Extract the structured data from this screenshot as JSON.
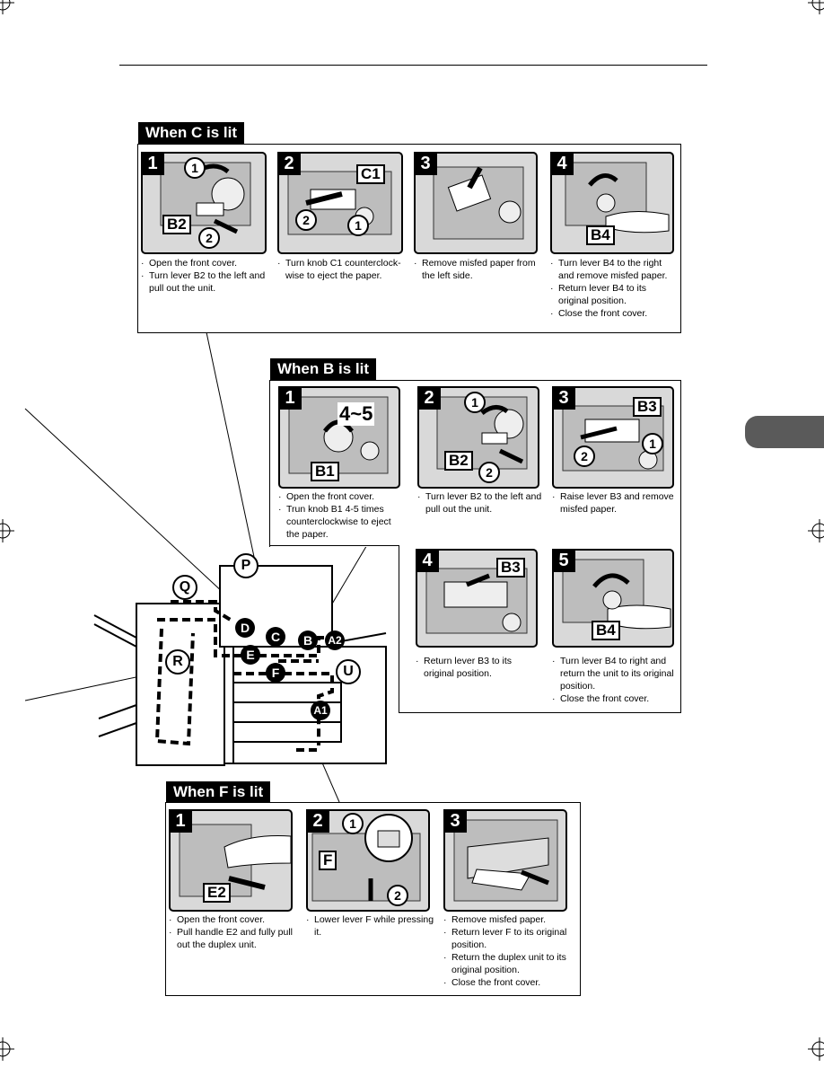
{
  "sections": {
    "c": {
      "title": "When C is lit",
      "steps": [
        {
          "num": "1",
          "labels": [
            "B2"
          ],
          "text": [
            "Open the front cover.",
            "Turn lever B2 to the left and pull out the unit."
          ]
        },
        {
          "num": "2",
          "labels": [
            "C1"
          ],
          "text": [
            "Turn knob C1 counterclock-wise to eject the paper."
          ]
        },
        {
          "num": "3",
          "labels": [],
          "text": [
            "Remove misfed paper from the left side."
          ]
        },
        {
          "num": "4",
          "labels": [
            "B4"
          ],
          "text": [
            "Turn lever B4 to the right and remove misfed paper.",
            "Return lever B4 to its original position.",
            "Close the front cover."
          ]
        }
      ]
    },
    "b": {
      "title": "When B is lit",
      "steps": [
        {
          "num": "1",
          "labels": [
            "B1",
            "4~5"
          ],
          "text": [
            "Open the front cover.",
            "Trun knob B1 4-5 times counterclockwise to eject the paper."
          ]
        },
        {
          "num": "2",
          "labels": [
            "B2"
          ],
          "text": [
            "Turn lever B2 to the left and pull out the unit."
          ]
        },
        {
          "num": "3",
          "labels": [
            "B3"
          ],
          "text": [
            "Raise lever B3 and remove misfed paper."
          ]
        },
        {
          "num": "4",
          "labels": [
            "B3"
          ],
          "text": [
            "Return lever B3 to its original position."
          ]
        },
        {
          "num": "5",
          "labels": [
            "B4"
          ],
          "text": [
            "Turn lever B4 to right and return the unit to its original position.",
            "Close the front cover."
          ]
        }
      ]
    },
    "f": {
      "title": "When F is lit",
      "steps": [
        {
          "num": "1",
          "labels": [
            "E2"
          ],
          "text": [
            "Open the front cover.",
            "Pull handle E2 and fully pull out the duplex unit."
          ]
        },
        {
          "num": "2",
          "labels": [
            "F"
          ],
          "text": [
            "Lower lever F while pressing it."
          ]
        },
        {
          "num": "3",
          "labels": [],
          "text": [
            "Remove misfed paper.",
            "Return lever F to its original position.",
            "Return the duplex unit to its original position.",
            "Close the front cover."
          ]
        }
      ]
    }
  },
  "machine": {
    "locations": [
      "P",
      "Q",
      "R",
      "D",
      "C",
      "B",
      "A2",
      "E",
      "F",
      "U",
      "A1"
    ]
  },
  "circled": {
    "one": "1",
    "two": "2"
  }
}
